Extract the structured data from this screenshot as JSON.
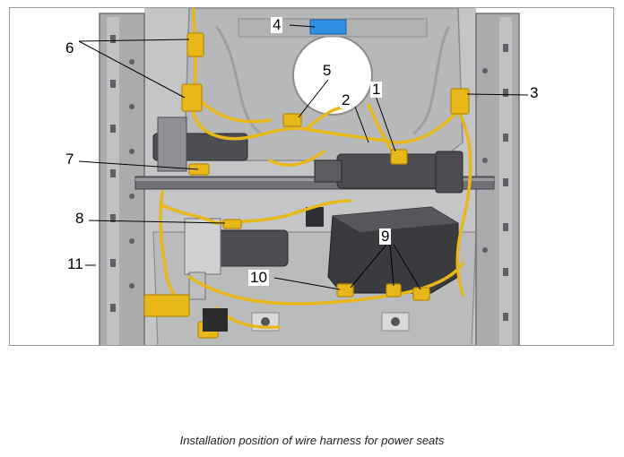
{
  "callouts": [
    "1",
    "2",
    "3",
    "4",
    "5",
    "6",
    "7",
    "8",
    "9",
    "10",
    "11"
  ],
  "caption": "Installation position of wire harness for power seats",
  "colors": {
    "frame": "#a9abad",
    "frame_dark": "#6e7073",
    "harness": "#e8b81a",
    "harness_dark": "#b88a08",
    "motor": "#4c4e52",
    "module": "#3a3b3e",
    "label_tag": "#2f8fe0"
  }
}
